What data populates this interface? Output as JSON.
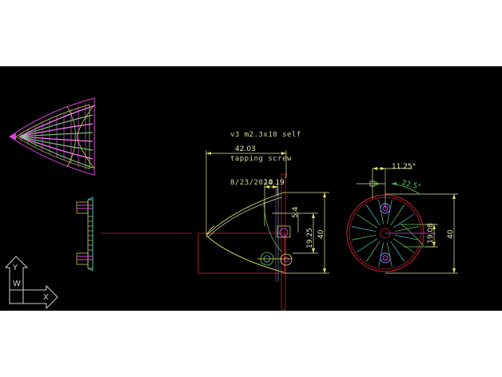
{
  "viewport": {
    "background": "#000000",
    "page_background": "#ffffff"
  },
  "note": {
    "lines": [
      "v3 m2.3x10 self",
      "tapping screw",
      "8/23/2024"
    ]
  },
  "side_view": {
    "dimensions": {
      "overall_length": "42.03",
      "tip_offset": "10.19",
      "hole_offset": "5.4",
      "hole_center": "19.25",
      "height": "40"
    }
  },
  "front_view": {
    "dimensions": {
      "angle_small": "11.25°",
      "angle_large": "22.5°",
      "hole_spacing": "19.08",
      "height": "40"
    },
    "spoke_count": 16
  },
  "ucs_icon": {
    "x_label": "X",
    "y_label": "Y",
    "w_label": "W"
  },
  "colors": {
    "dimension": "#e8e8a0",
    "outline_red": "#cc2233",
    "magenta": "#dd44dd",
    "green": "#66cc66",
    "cyan": "#44cccc",
    "yellow": "#e0e060",
    "ucs": "#cfcfcf"
  }
}
